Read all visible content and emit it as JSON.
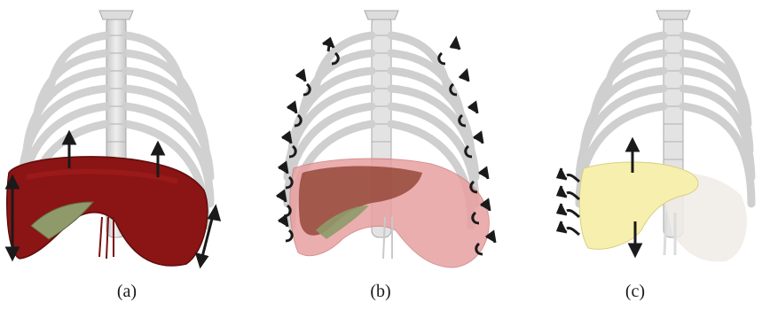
{
  "figure": {
    "panels": [
      {
        "label": "(a)",
        "organ_color": "#8b1414",
        "organ_highlight": "#a51c1c",
        "gall_color": "#8f9a6a"
      },
      {
        "label": "(b)",
        "organ_color": "#e8a0a0",
        "organ_highlight": "#8a3b2a",
        "gall_color": "#8f9a6a"
      },
      {
        "label": "(c)",
        "organ_color": "#f0ebe6",
        "organ_highlight": "#f6efad",
        "gall_color": "#e9e3a0"
      }
    ],
    "colors": {
      "bone": "#d9d9d9",
      "bone_stroke": "#a8a8a8",
      "arrow": "#1a1a1a"
    }
  }
}
